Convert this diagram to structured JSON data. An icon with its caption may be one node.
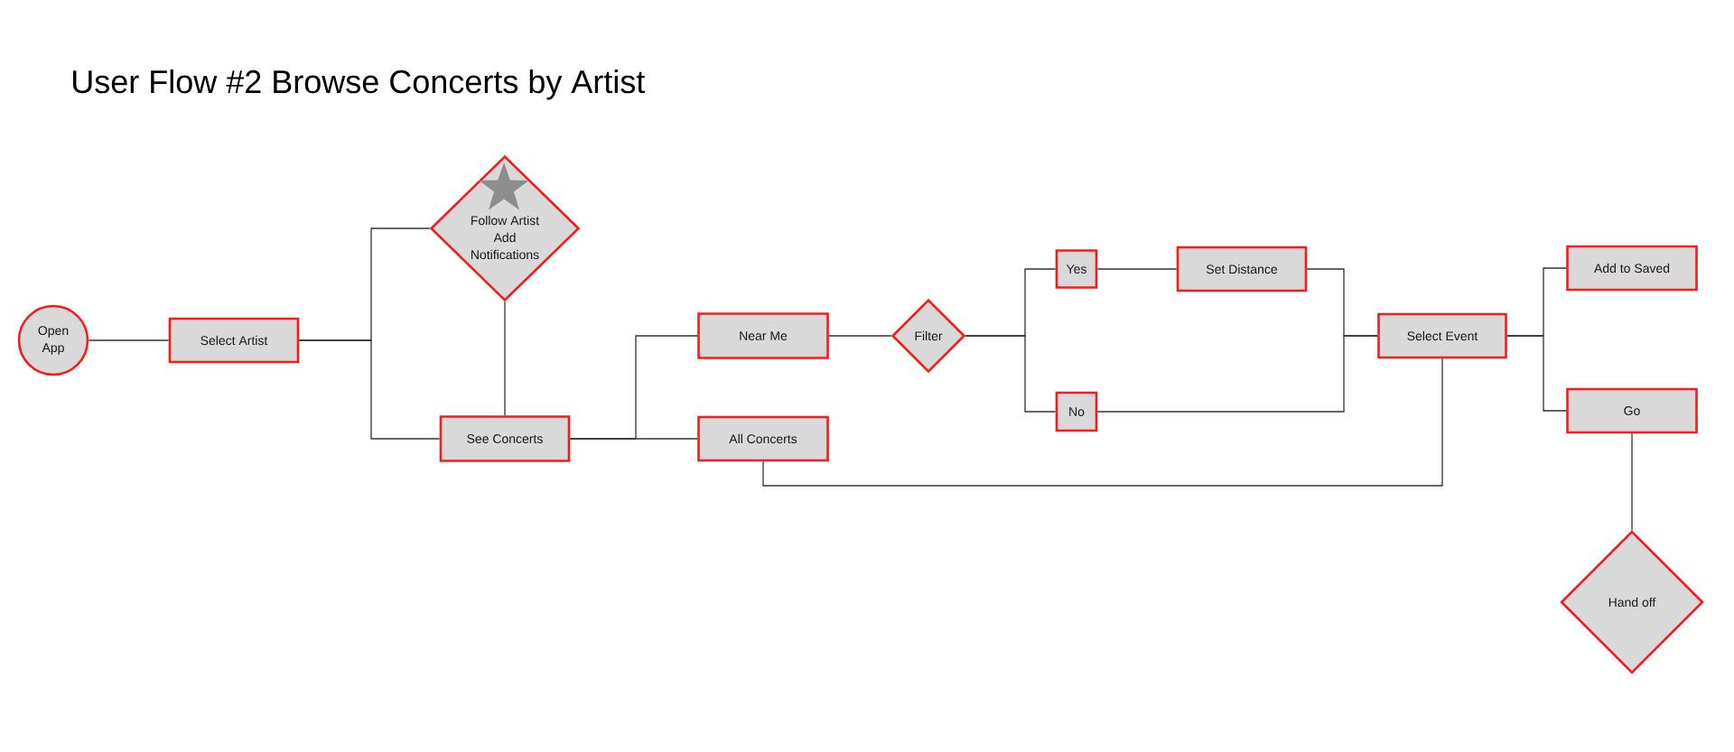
{
  "diagram": {
    "title": "User Flow #2 Browse Concerts by Artist",
    "nodes": [
      {
        "text": [
          "Open App"
        ]
      },
      {
        "text": [
          "Select Artist"
        ]
      },
      {
        "text": [
          "Follow Artist Add Notifications"
        ]
      },
      {
        "text": [
          "See Concerts"
        ]
      },
      {
        "text": [
          "Near Me"
        ]
      },
      {
        "text": [
          "All Concerts"
        ]
      },
      {
        "text": [
          "Filter"
        ]
      },
      {
        "text": [
          "Yes"
        ]
      },
      {
        "text": [
          "No"
        ]
      },
      {
        "text": [
          "Set Distance"
        ]
      },
      {
        "text": [
          "Select Event"
        ]
      },
      {
        "text": [
          "Add to Saved"
        ]
      },
      {
        "text": [
          "Go"
        ]
      },
      {
        "text": [
          "Hand off"
        ]
      }
    ],
    "edges": [
      {
        "from": 0,
        "to": 1,
        "arrow": "none"
      },
      {
        "from": 1,
        "to": 2,
        "arrow": "none"
      },
      {
        "from": 1,
        "to": 3,
        "arrow": "none"
      },
      {
        "from": 2,
        "to": 3,
        "arrow": "none"
      },
      {
        "from": 3,
        "to": 4,
        "arrow": "none"
      },
      {
        "from": 3,
        "to": 5,
        "arrow": "none"
      },
      {
        "from": 4,
        "to": 6,
        "arrow": "none"
      },
      {
        "from": 6,
        "to": 7,
        "arrow": "none"
      },
      {
        "from": 6,
        "to": 8,
        "arrow": "none"
      },
      {
        "from": 7,
        "to": 9,
        "arrow": "none"
      },
      {
        "from": 9,
        "to": 10,
        "arrow": "none"
      },
      {
        "from": 8,
        "to": 10,
        "arrow": "none"
      },
      {
        "from": 5,
        "to": 10,
        "arrow": "none"
      },
      {
        "from": 10,
        "to": 11,
        "arrow": "none"
      },
      {
        "from": 10,
        "to": 12,
        "arrow": "none"
      },
      {
        "from": 12,
        "to": 13,
        "arrow": "none"
      }
    ]
  }
}
